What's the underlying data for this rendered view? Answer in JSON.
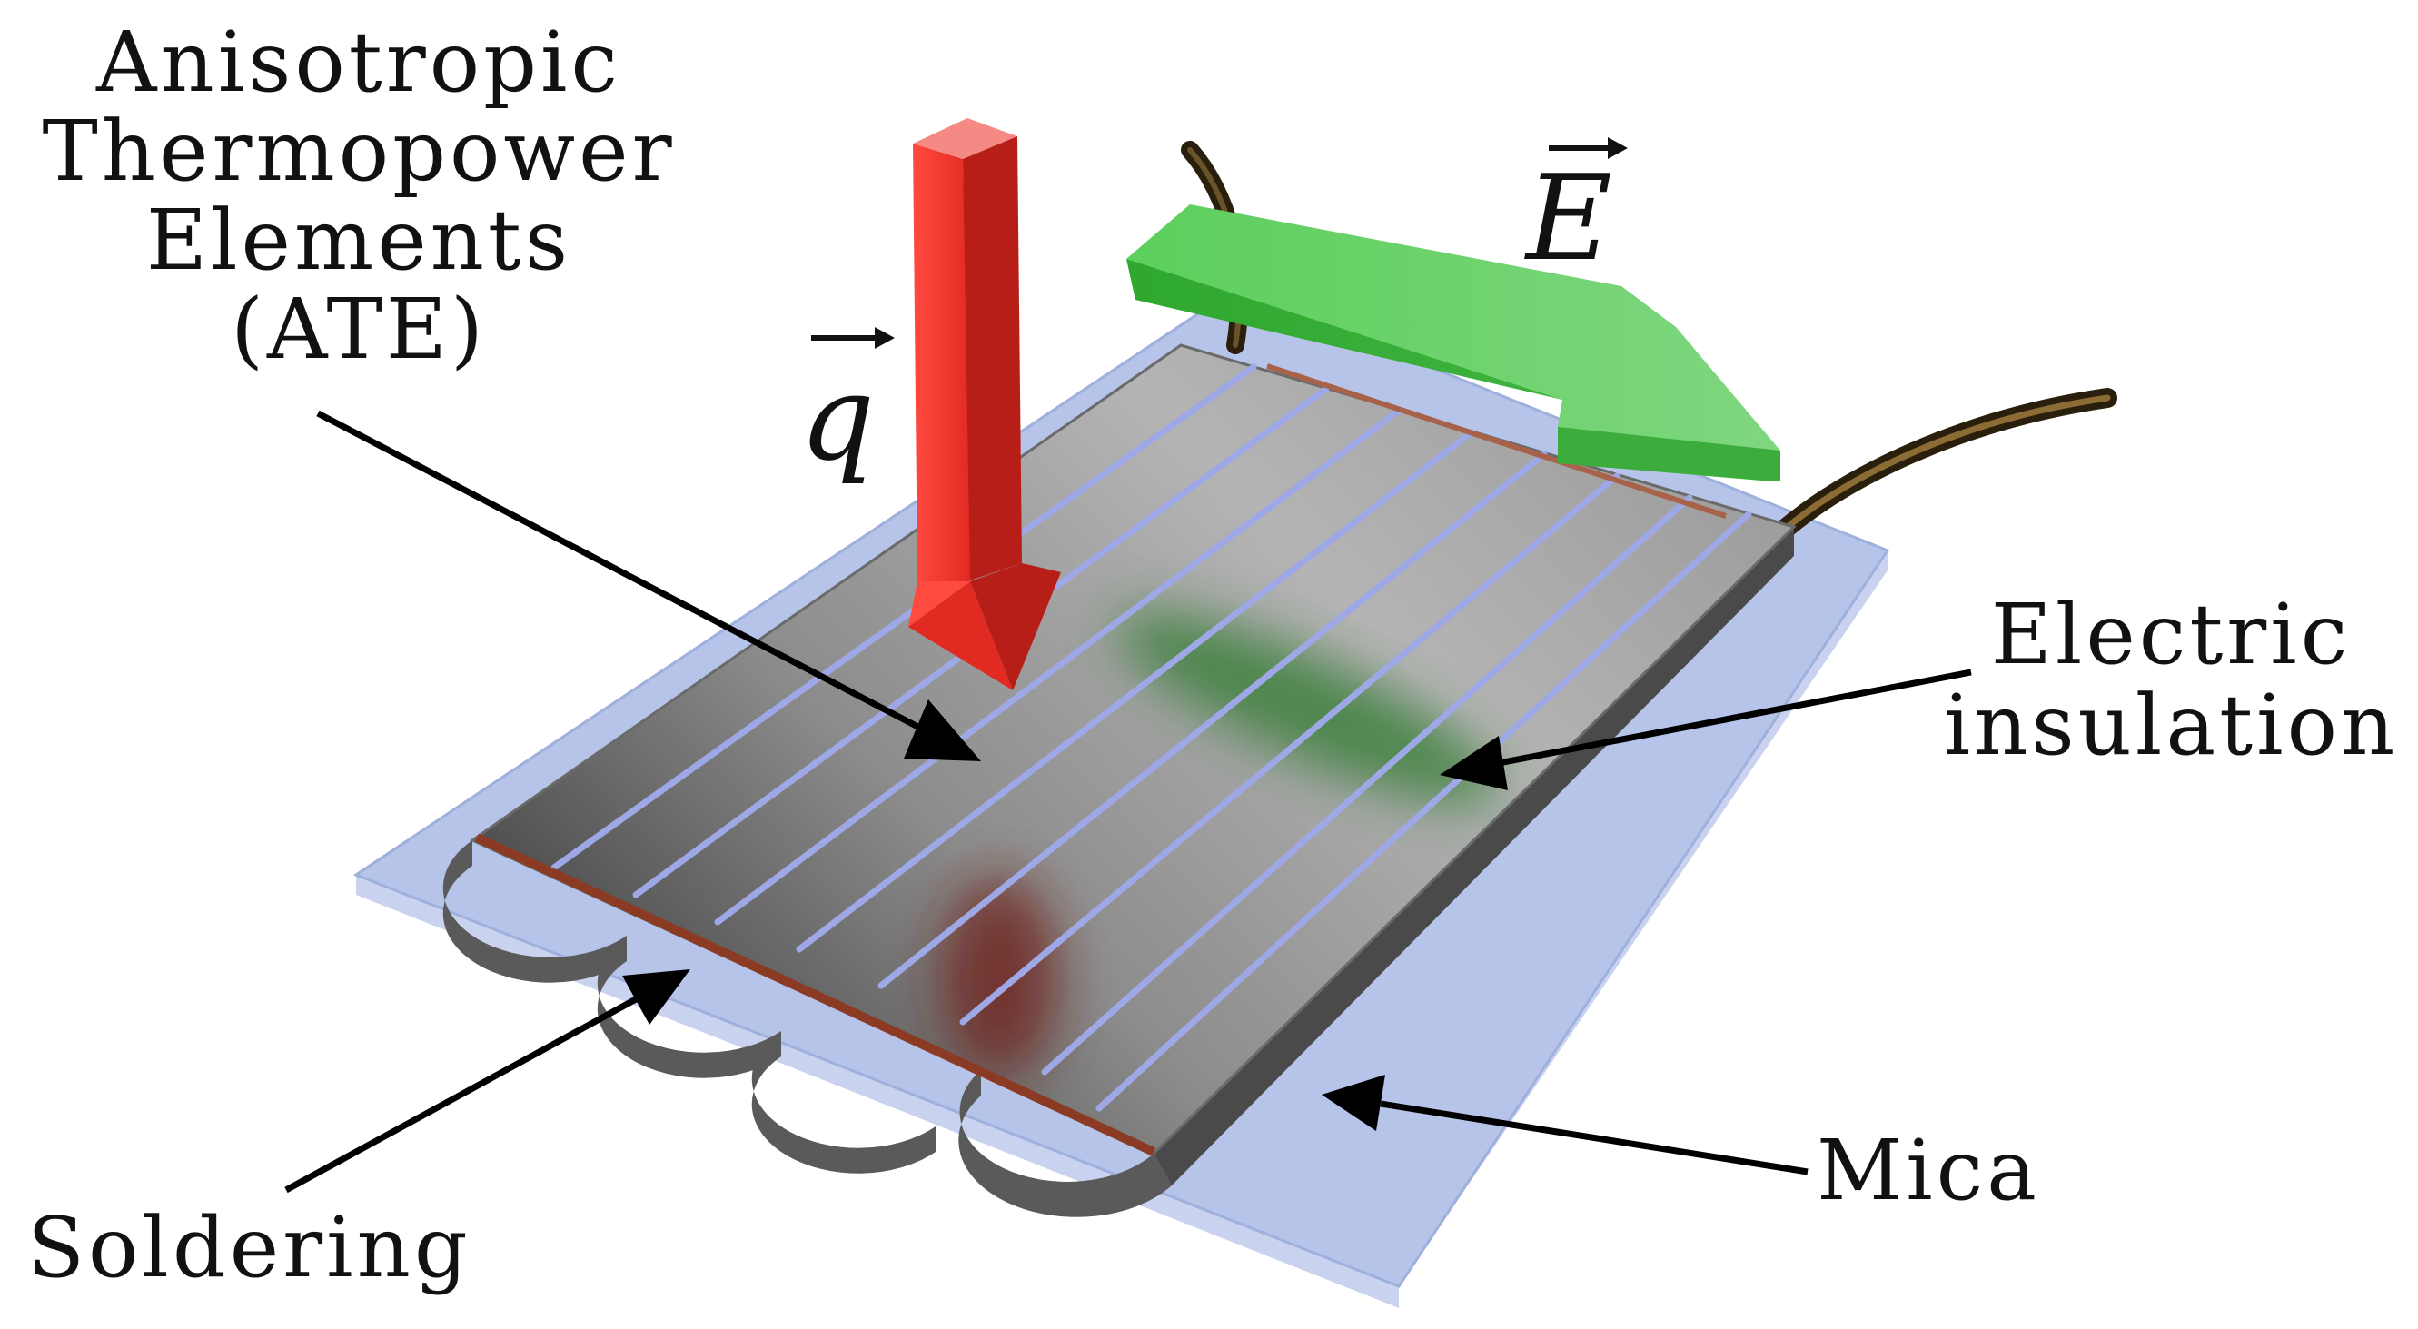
{
  "labels": {
    "ate_line1": "Anisotropic",
    "ate_line2": "Thermopower",
    "ate_line3": "Elements",
    "ate_line4": "(ATE)",
    "insulation_line1": "Electric",
    "insulation_line2": "insulation",
    "mica": "Mica",
    "soldering": "Soldering"
  },
  "vectors": {
    "heat_flux": "q",
    "electric_field": "E"
  },
  "colors": {
    "heat_arrow": "#e8302b",
    "field_arrow": "#4fc24f",
    "mica": "#aab9e6",
    "element_metal": "#8a8a8a",
    "soldering": "#8b3a24",
    "wire": "#3a2a10"
  }
}
